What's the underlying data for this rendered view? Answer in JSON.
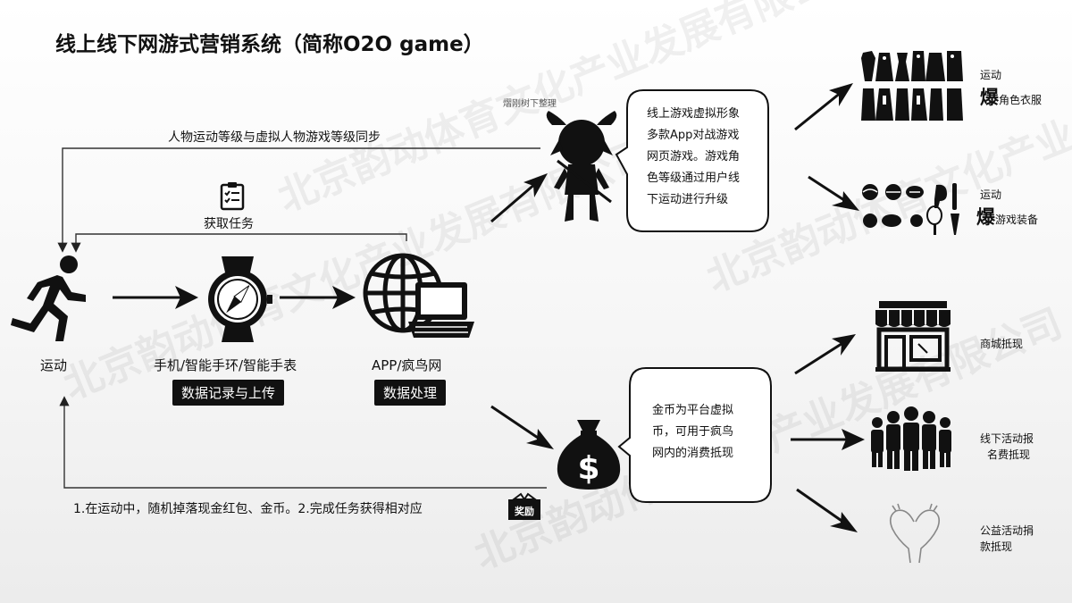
{
  "title": "线上线下网游式营销系统（简称O2O game）",
  "top_note": "人物运动等级与虚拟人物游戏等级同步",
  "task_label": "获取任务",
  "flow": {
    "sport": "运动",
    "device": "手机/智能手环/智能手表",
    "device_tag": "数据记录与上传",
    "app": "APP/疯鸟网",
    "app_tag": "数据处理"
  },
  "bottom_note": "1.在运动中，随机掉落现金红包、金币。2.完成任务获得相对应",
  "reward_label": "奖励",
  "char_caption": "熠刚树下整理",
  "upper_bubble": [
    "线上游戏虚拟形象",
    "多款App对战游戏",
    "网页游戏。游戏角",
    "色等级通过用户线",
    "下运动进行升级"
  ],
  "lower_bubble": [
    "金币为平台虚拟",
    "币，可用于疯鸟",
    "网内的消费抵现"
  ],
  "outcomes": {
    "clothes_line1": "运动",
    "clothes_bao": "爆",
    "clothes_line2": "角色衣服",
    "equip_line1": "运动",
    "equip_bao": "爆",
    "equip_line2": "游戏装备",
    "mall": "商城抵现",
    "offline_line1": "线下活动报",
    "offline_line2": "名费抵现",
    "charity_line1": "公益活动捐",
    "charity_line2": "款抵现"
  },
  "watermark_text": "北京韵动体育文化产业发展有限公司"
}
